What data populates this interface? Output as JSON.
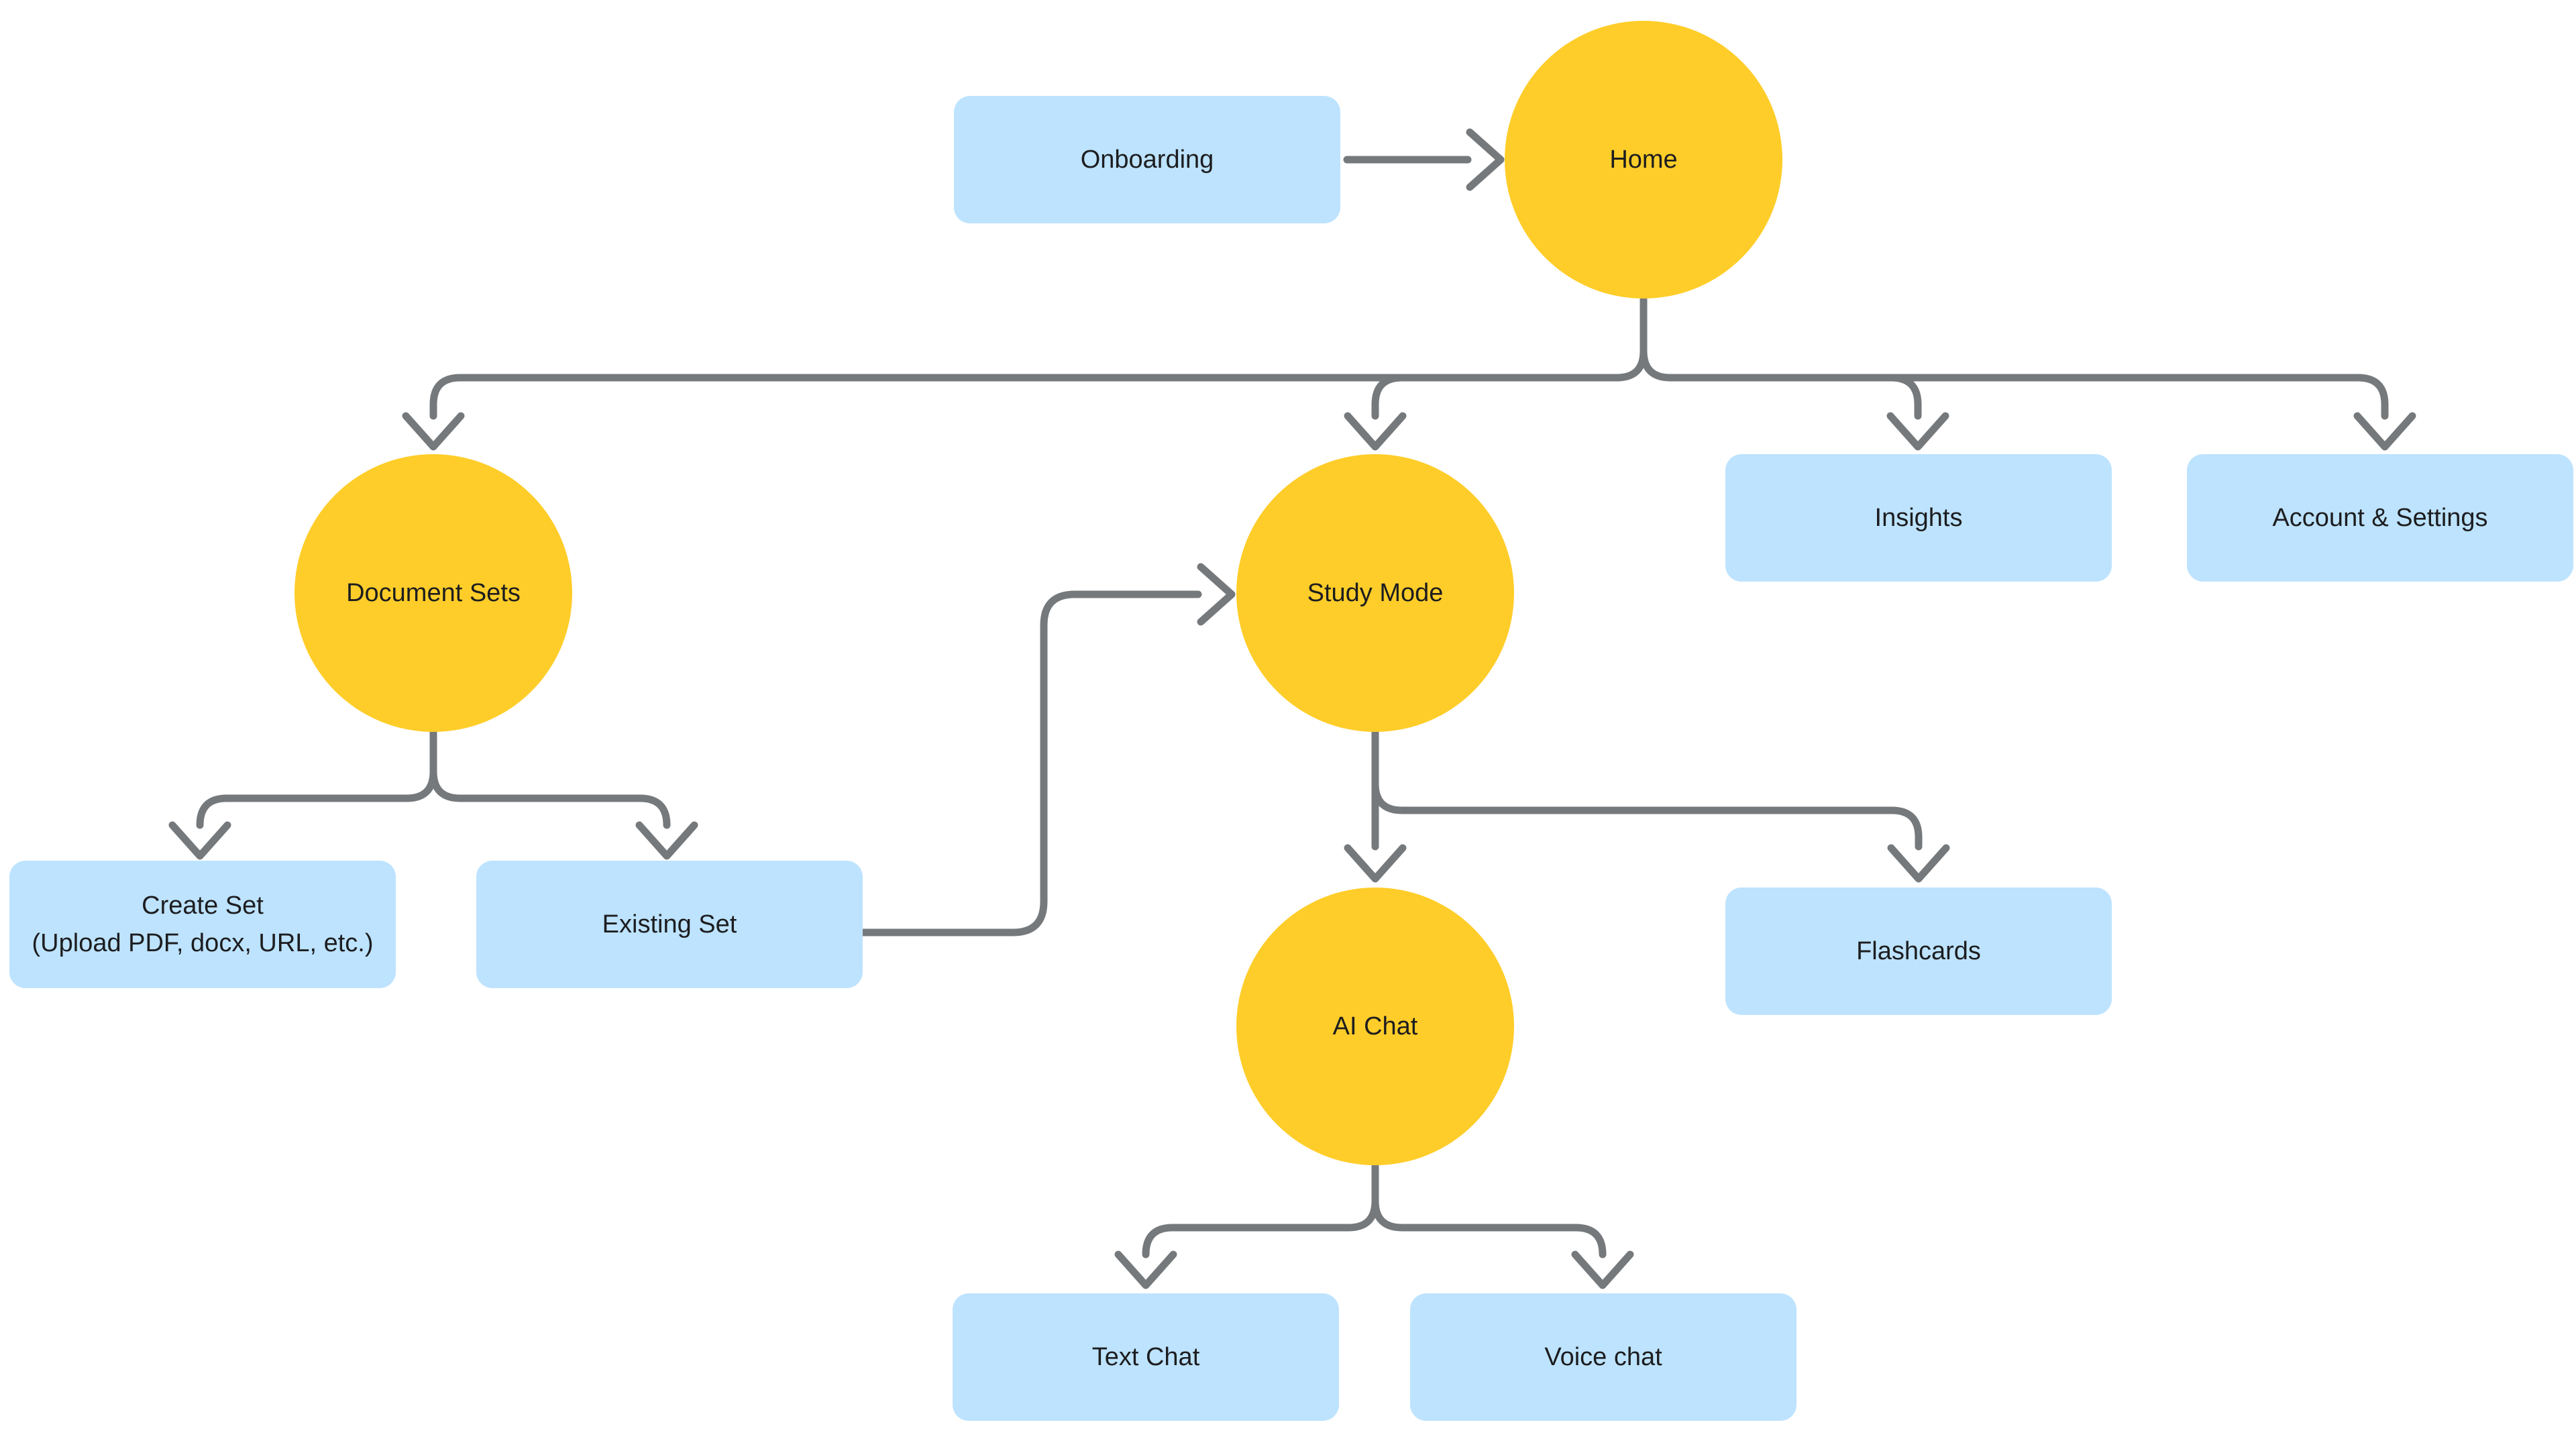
{
  "diagram": {
    "title": "App navigation flowchart",
    "colors": {
      "circle_node_fill": "#FFCD29",
      "rect_node_fill": "#BDE3FF",
      "connector_stroke": "#76797C",
      "text": "#1d1d1f",
      "background": "#ffffff"
    },
    "nodes": {
      "onboarding": {
        "label": "Onboarding",
        "shape": "rectangle"
      },
      "home": {
        "label": "Home",
        "shape": "circle"
      },
      "document_sets": {
        "label": "Document Sets",
        "shape": "circle"
      },
      "study_mode": {
        "label": "Study Mode",
        "shape": "circle"
      },
      "insights": {
        "label": "Insights",
        "shape": "rectangle"
      },
      "account_settings": {
        "label": "Account & Settings",
        "shape": "rectangle"
      },
      "create_set": {
        "label": "Create Set",
        "sublabel": "(Upload PDF, docx, URL, etc.)",
        "shape": "rectangle"
      },
      "existing_set": {
        "label": "Existing Set",
        "shape": "rectangle"
      },
      "flashcards": {
        "label": "Flashcards",
        "shape": "rectangle"
      },
      "ai_chat": {
        "label": "AI Chat",
        "shape": "circle"
      },
      "text_chat": {
        "label": "Text Chat",
        "shape": "rectangle"
      },
      "voice_chat": {
        "label": "Voice chat",
        "shape": "rectangle"
      }
    },
    "edges": [
      {
        "from": "Onboarding",
        "to": "Home"
      },
      {
        "from": "Home",
        "to": "Document Sets"
      },
      {
        "from": "Home",
        "to": "Study Mode"
      },
      {
        "from": "Home",
        "to": "Insights"
      },
      {
        "from": "Home",
        "to": "Account & Settings"
      },
      {
        "from": "Document Sets",
        "to": "Create Set"
      },
      {
        "from": "Document Sets",
        "to": "Existing Set"
      },
      {
        "from": "Existing Set",
        "to": "Study Mode"
      },
      {
        "from": "Study Mode",
        "to": "AI Chat"
      },
      {
        "from": "Study Mode",
        "to": "Flashcards"
      },
      {
        "from": "AI Chat",
        "to": "Text Chat"
      },
      {
        "from": "AI Chat",
        "to": "Voice chat"
      }
    ]
  }
}
